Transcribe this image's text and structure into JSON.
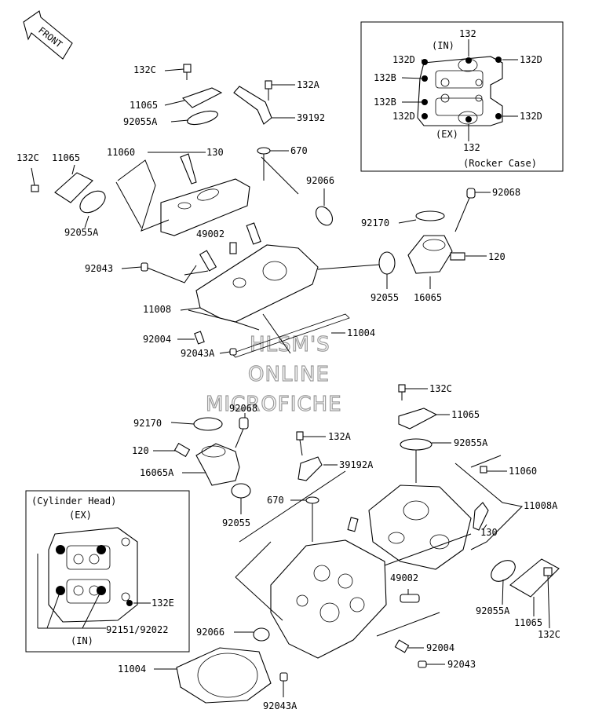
{
  "orientation": {
    "label": "FRONT"
  },
  "watermark": {
    "line1": "HLSM'S",
    "line2": "ONLINE",
    "line3": "MICROFICHE"
  },
  "rocker_inset": {
    "title": "(Rocker Case)",
    "in_label": "(IN)",
    "ex_label": "(EX)",
    "top_132": "132",
    "bottom_132": "132",
    "left_132d_1": "132D",
    "left_132b_1": "132B",
    "left_132b_2": "132B",
    "left_132d_2": "132D",
    "right_132d_1": "132D",
    "right_132d_2": "132D"
  },
  "head_inset": {
    "title": "(Cylinder Head)",
    "ex_label": "(EX)",
    "in_label": "(IN)",
    "p_132e": "132E",
    "p_92151": "92151/92022"
  },
  "rear_labels": {
    "p132C_top": "132C",
    "p11065_top": "11065",
    "p92055A_top": "92055A",
    "p132A": "132A",
    "p39192": "39192",
    "p11060": "11060",
    "p130": "130",
    "p670": "670",
    "p132C_left": "132C",
    "p11065_left": "11065",
    "p92055A_left": "92055A",
    "p92066": "92066",
    "p92170": "92170",
    "p92068": "92068",
    "p49002": "49002",
    "p120": "120",
    "p92043": "92043",
    "p92055": "92055",
    "p16065": "16065",
    "p11008": "11008",
    "p92004": "92004",
    "p11004": "11004",
    "p92043A": "92043A"
  },
  "front_labels": {
    "p132C_top": "132C",
    "p11065_top": "11065",
    "p92170": "92170",
    "p92068": "92068",
    "p132A": "132A",
    "p92055A_top": "92055A",
    "p120": "120",
    "p39192A": "39192A",
    "p16065A": "16065A",
    "p11060": "11060",
    "p670": "670",
    "p11008A": "11008A",
    "p92055": "92055",
    "p130": "130",
    "p49002": "49002",
    "p92055A_bot": "92055A",
    "p11065_bot": "11065",
    "p132C_bot": "132C",
    "p92066": "92066",
    "p92004": "92004",
    "p11004": "11004",
    "p92043": "92043",
    "p92043A": "92043A"
  }
}
